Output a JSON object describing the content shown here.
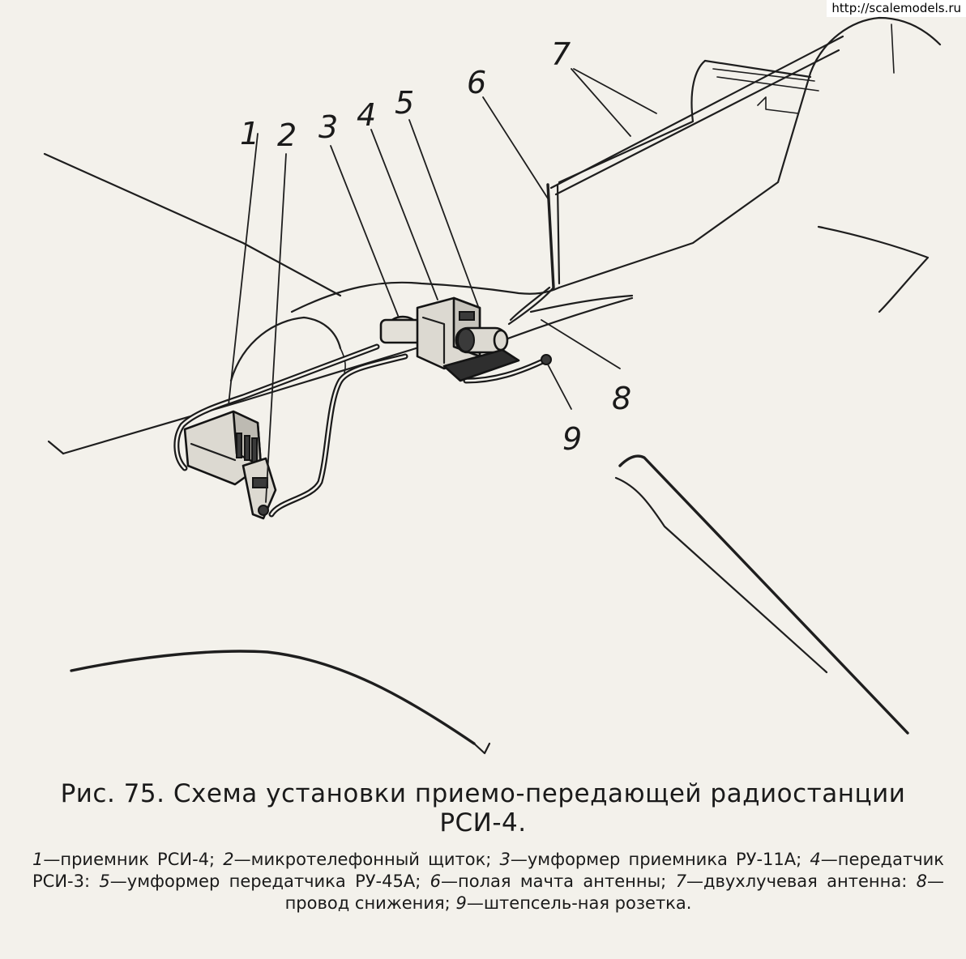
{
  "watermark": "http://scalemodels.ru",
  "figure": {
    "title_line1": "Рис.  75. Схема установки приемо-передающей радиостанции",
    "title_line2": "РСИ-4."
  },
  "callouts": [
    "1",
    "2",
    "3",
    "4",
    "5",
    "6",
    "7",
    "8",
    "9"
  ],
  "legend": [
    {
      "num": "1",
      "sep": "—",
      "text": "приемник РСИ-4;"
    },
    {
      "num": "2",
      "sep": "—",
      "text": "микротелефонный щиток;"
    },
    {
      "num": "3",
      "sep": "—",
      "text": "умформер приемника РУ-11А;"
    },
    {
      "num": "4",
      "sep": "—",
      "text": "передатчик РСИ-3:"
    },
    {
      "num": "5",
      "sep": "—",
      "text": "умформер передатчика  РУ-45А;"
    },
    {
      "num": "6",
      "sep": "—",
      "text": "полая мачта  антенны;"
    },
    {
      "num": "7",
      "sep": "—",
      "text": "двухлучевая антенна:"
    },
    {
      "num": "8",
      "sep": "—",
      "text": "провод снижения;"
    },
    {
      "num": "9",
      "sep": "—",
      "text": "штепсель-ная розетка."
    }
  ],
  "colors": {
    "paper": "#f3f1eb",
    "ink": "#1c1c1c"
  }
}
